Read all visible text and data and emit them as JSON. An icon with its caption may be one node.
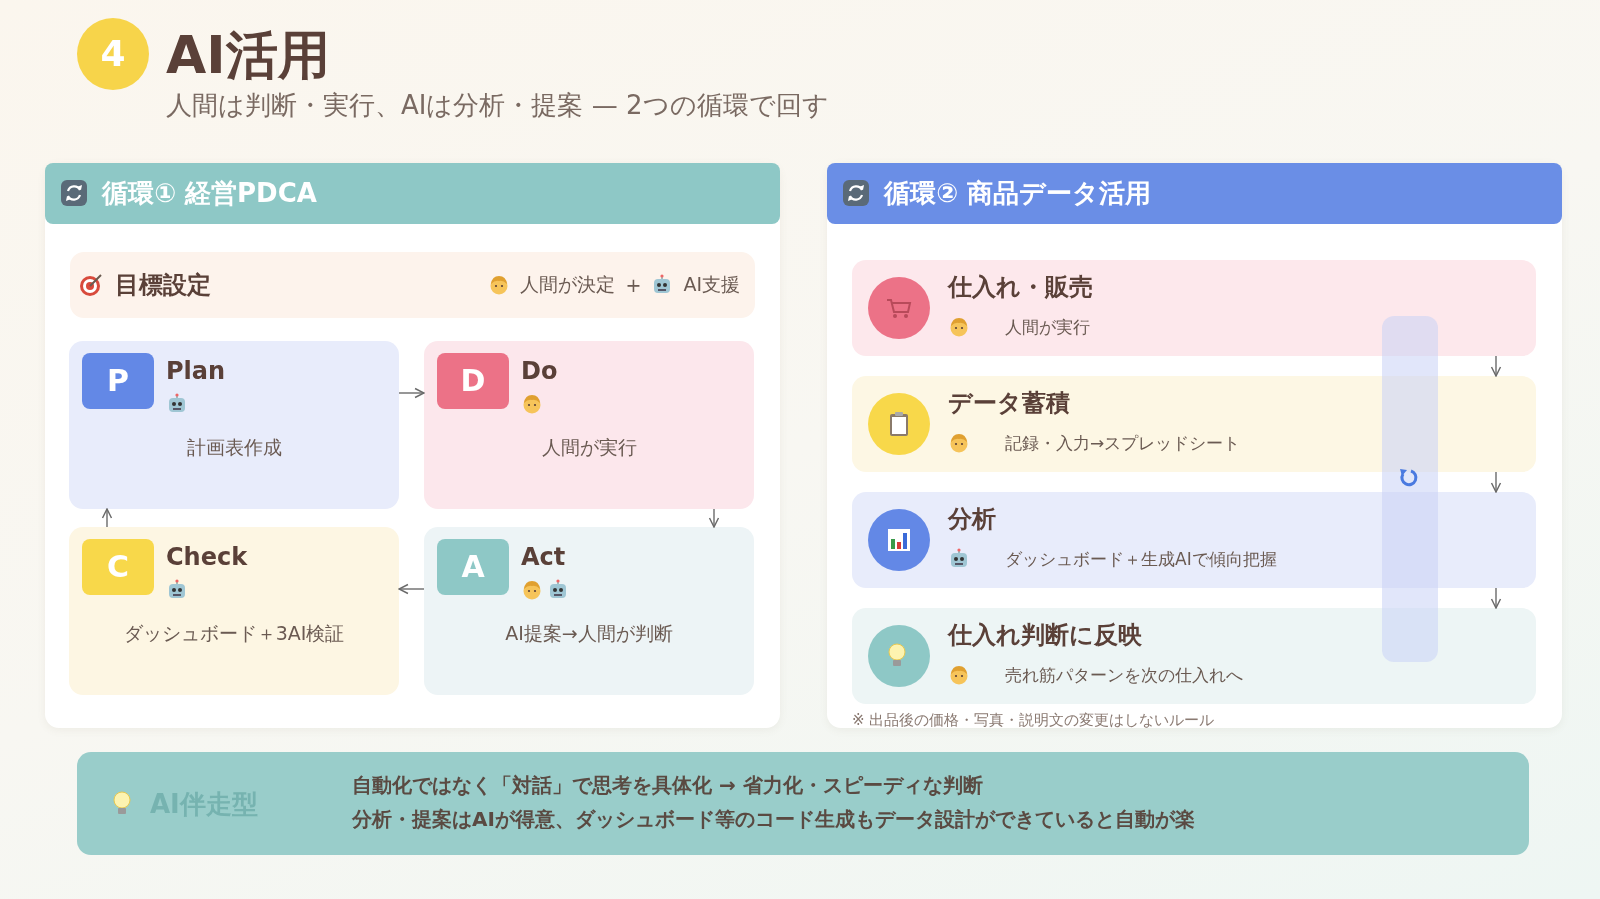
{
  "diagram": {
    "title": "AI活用",
    "nodes": [
      {
        "text": [
          "循環① 経営PDCA"
        ]
      },
      {
        "text": [
          "目標設定",
          "人間が決定",
          "+",
          "AI支援"
        ],
        "in": 0
      },
      {
        "text": [
          "P",
          "Plan",
          "計画表作成"
        ],
        "in": 0
      },
      {
        "text": [
          "D",
          "Do",
          "人間が実行"
        ],
        "in": 0
      },
      {
        "text": [
          "C",
          "Check",
          "ダッシュボード＋3AI検証"
        ],
        "in": 0
      },
      {
        "text": [
          "A",
          "Act",
          "AI提案→人間が判断"
        ],
        "in": 0
      },
      {
        "text": [
          "循環② 商品データ活用"
        ]
      },
      {
        "text": [
          "仕入れ・販売",
          "人間が実行"
        ],
        "in": 6
      },
      {
        "text": [
          "データ蓄積",
          "記録・入力→スプレッドシート"
        ],
        "in": 6
      },
      {
        "text": [
          "分析",
          "ダッシュボード＋生成AIで傾向把握"
        ],
        "in": 6
      },
      {
        "text": [
          "仕入れ判断に反映",
          "売れ筋パターンを次の仕入れへ"
        ],
        "in": 6
      },
      {
        "text": [
          "AI伴走型",
          "自動化ではなく「対話」で思考を具体化 → 省力化・スピーディな判断",
          "分析・提案はAIが得意、ダッシュボード等のコード生成もデータ設計ができていると自動が楽"
        ]
      }
    ],
    "edges": [
      {
        "from": 2,
        "to": 3,
        "arrow": "to"
      },
      {
        "from": 3,
        "to": 5,
        "arrow": "to"
      },
      {
        "from": 5,
        "to": 4,
        "arrow": "to"
      },
      {
        "from": 4,
        "to": 2,
        "arrow": "to"
      },
      {
        "from": 7,
        "to": 8,
        "arrow": "to"
      },
      {
        "from": 8,
        "to": 9,
        "arrow": "to"
      },
      {
        "from": 9,
        "to": 10,
        "arrow": "to"
      }
    ],
    "labels": [
      "4",
      "人間は判断・実行、AIは分析・提案 — 2つの循環で回す",
      "※ 出品後の価格・写真・説明文の変更はしないルール"
    ]
  }
}
